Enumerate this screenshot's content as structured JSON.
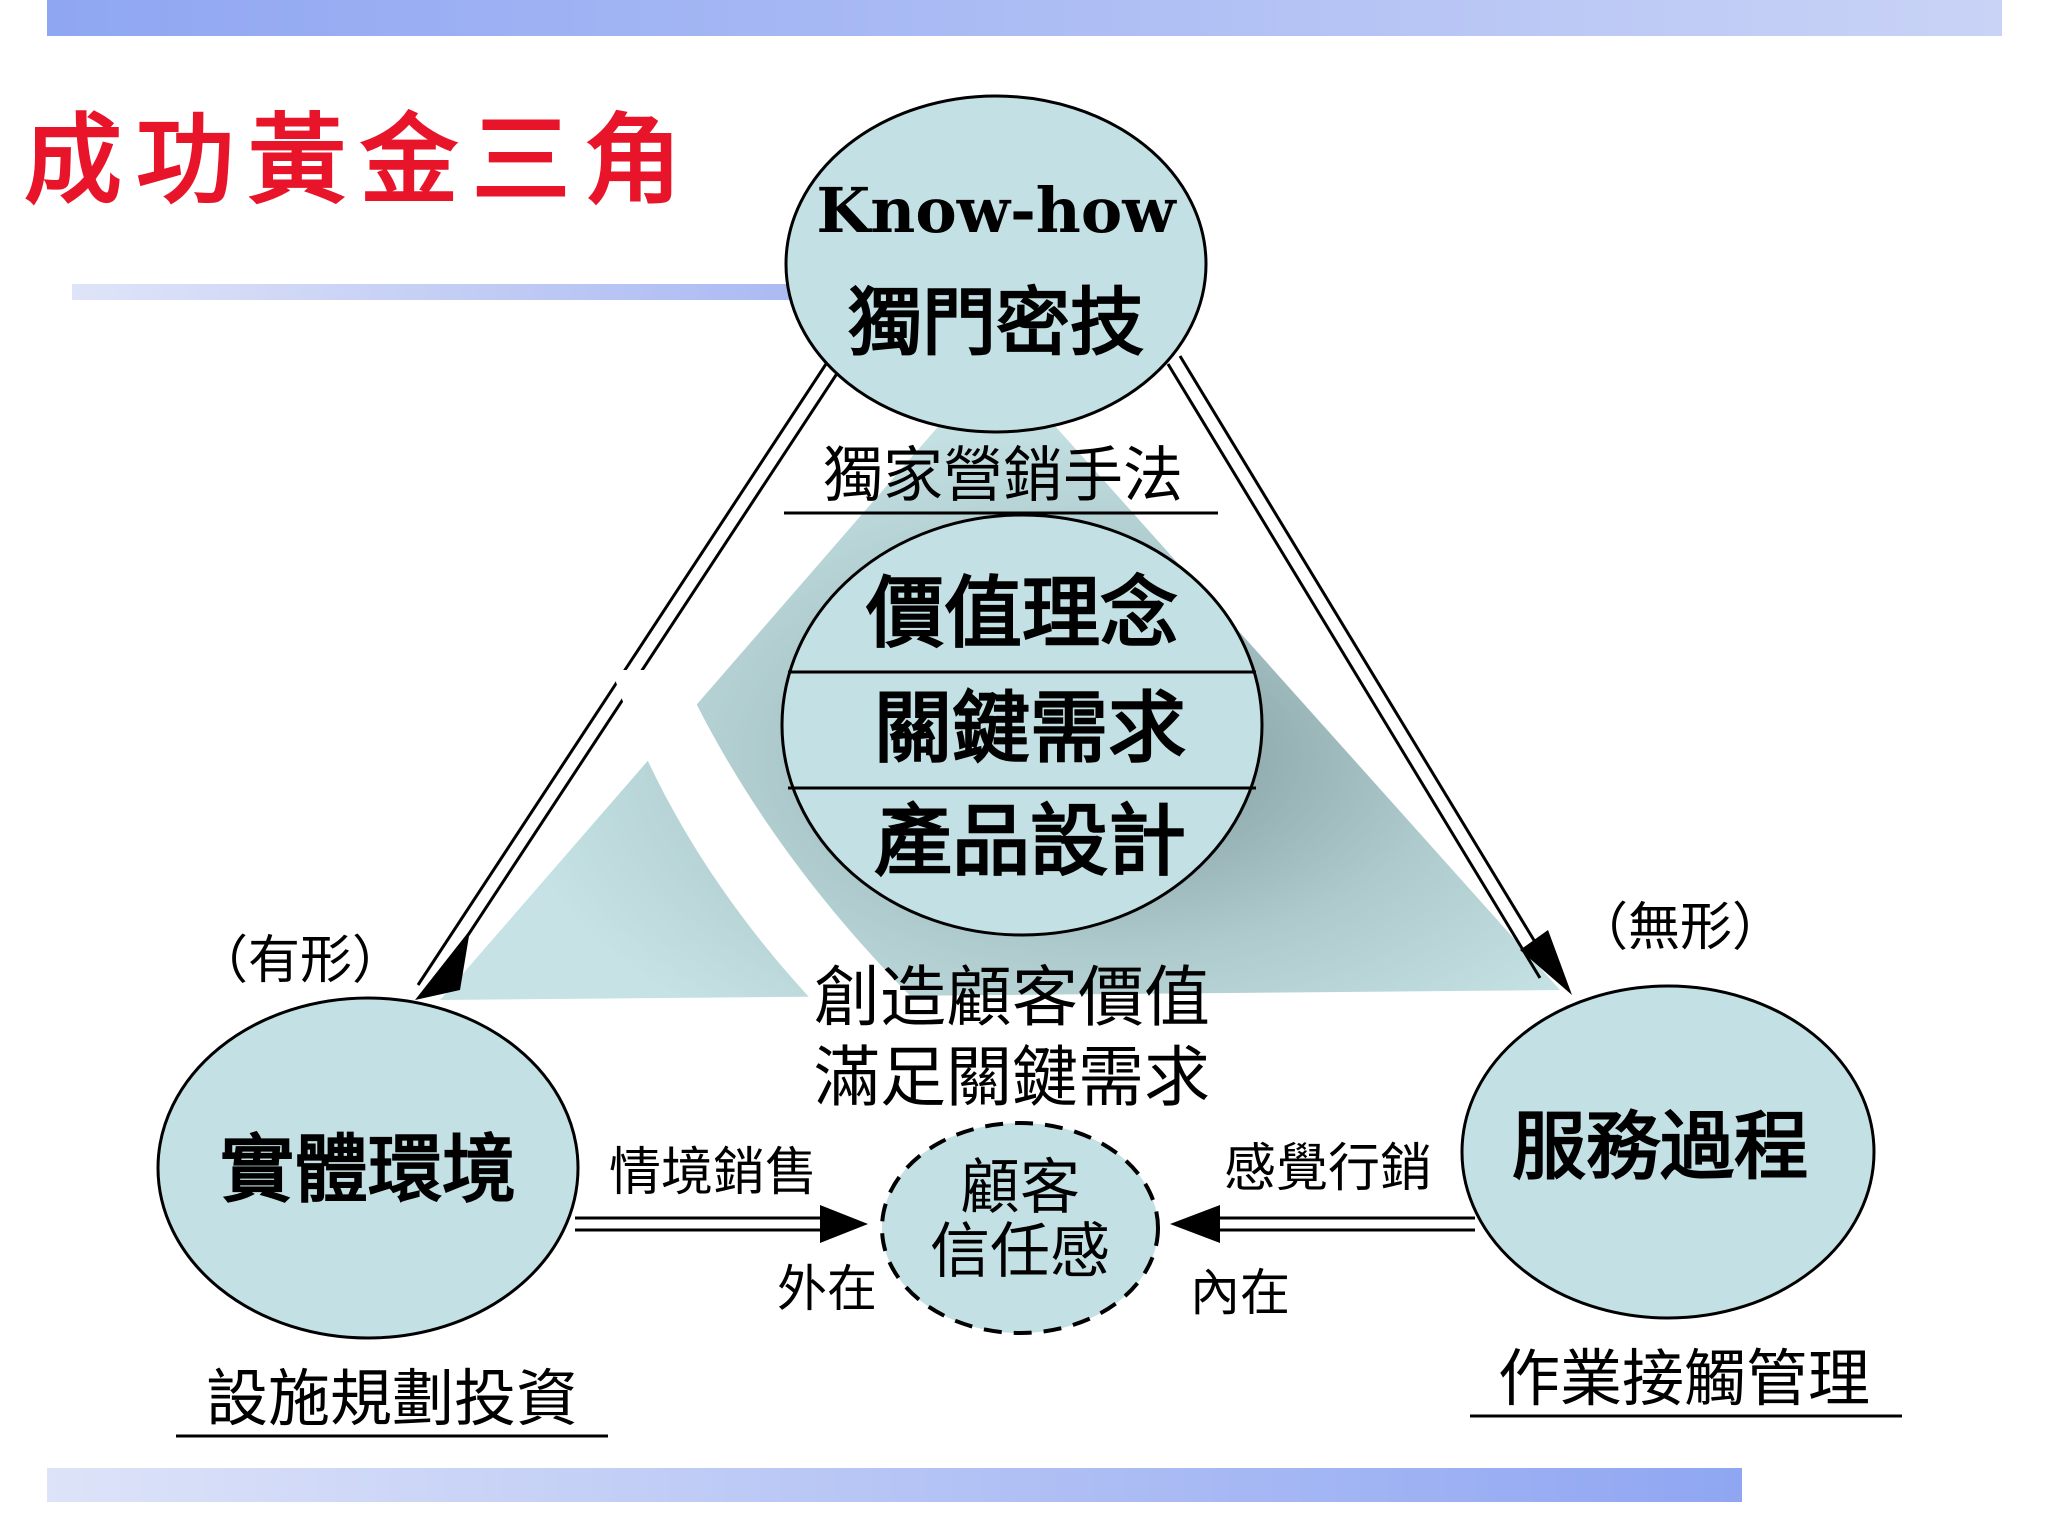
{
  "title": "成功黃金三角",
  "top_node": {
    "heading": "Know-how",
    "label": "獨門密技"
  },
  "top_caption": "獨家營銷手法",
  "center_stack": {
    "row1": "價值理念",
    "row2": "關鍵需求",
    "row3": "產品設計"
  },
  "center_text": {
    "line1": "創造顧客價值",
    "line2": "滿足關鍵需求"
  },
  "left_node": {
    "label": "實體環境",
    "tag": "（有形）",
    "caption": "設施規劃投資"
  },
  "right_node": {
    "label": "服務過程",
    "tag": "（無形）",
    "caption": "作業接觸管理"
  },
  "trust_node": {
    "line1": "顧客",
    "line2": "信任感"
  },
  "left_arrow": {
    "label": "情境銷售",
    "sublabel": "外在"
  },
  "right_arrow": {
    "label": "感覺行銷",
    "sublabel": "內在"
  },
  "colors": {
    "title": "#e8152a",
    "node_fill": "#bfe0e3",
    "triangle_fill": "#bfe0e3",
    "outline": "#000000"
  }
}
